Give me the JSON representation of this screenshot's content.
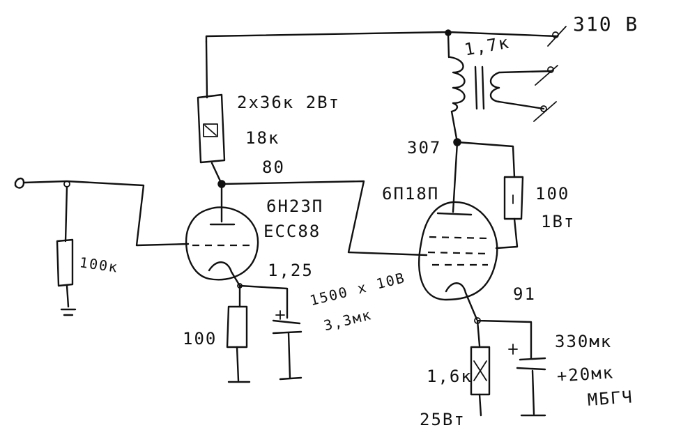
{
  "labels": {
    "supply_voltage": "310 В",
    "r_anode_v1": "2x36к 2Вт",
    "r_anode_v1_alt": "18к",
    "v1_anode_voltage": "80",
    "v1_tube": "6Н23П",
    "v1_tube_alt": "ECC88",
    "v1_cathode_voltage": "1,25",
    "r_grid": "100к",
    "r_cathode_v1": "100",
    "c_cathode_v1": "1500 x 10В",
    "c_cathode_v1_alt": "3,3мк",
    "transformer_primary": "1,7к",
    "v2_anode_voltage": "307",
    "v2_tube": "6П18П",
    "r_screen": "100",
    "r_screen_power": "1Вт",
    "v2_cathode_voltage": "91",
    "c_cathode_v2": "330мк",
    "c_cathode_v2_alt": "+20мк",
    "c_cathode_v2_type": "МБГЧ",
    "r_cathode_v2": "1,6к",
    "r_cathode_v2_power": "25Вт"
  }
}
